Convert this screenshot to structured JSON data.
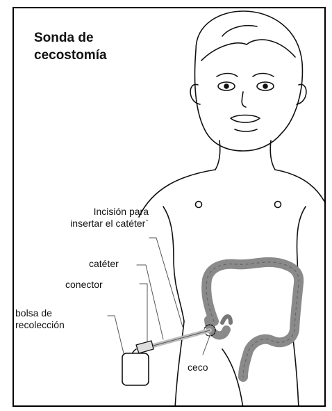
{
  "title_lines": [
    "Sonda de",
    "cecostomía"
  ],
  "labels": {
    "incision": [
      "Incisión para",
      "insertar el catéter`"
    ],
    "catheter": "catéter",
    "connector": "conector",
    "bag": [
      "bolsa de",
      "recolección"
    ],
    "cecum": "ceco"
  },
  "colors": {
    "outline": "#111111",
    "colon": "#8a8a8a",
    "colon_dark": "#666666",
    "tube": "#bdbdbd",
    "bag_fill": "#ffffff"
  }
}
